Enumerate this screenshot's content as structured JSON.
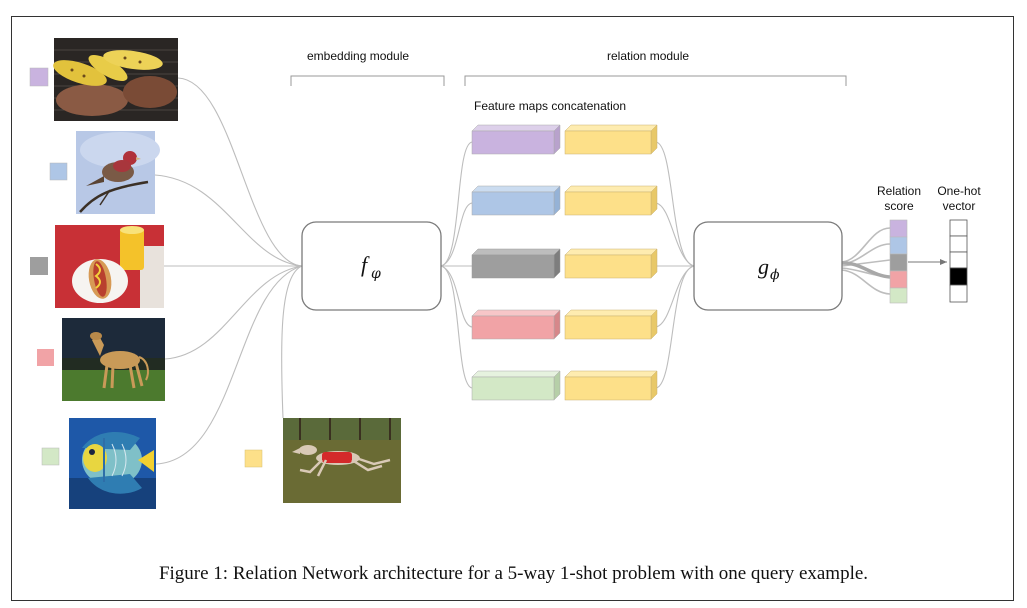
{
  "labels": {
    "embedding_module": "embedding module",
    "relation_module": "relation module",
    "feature_maps_concatenation": "Feature maps concatenation",
    "relation_score_line1": "Relation",
    "relation_score_line2": "score",
    "one_hot_line1": "One-hot",
    "one_hot_line2": "vector"
  },
  "modules": {
    "f_symbol": "f",
    "f_subscript": "φ",
    "g_symbol": "g",
    "g_subscript": "ϕ"
  },
  "caption": "Figure 1: Relation Network architecture for a 5-way 1-shot problem with one query example.",
  "colors": {
    "class_1": "#c9b3df",
    "class_2": "#aec6e6",
    "class_3": "#9e9e9e",
    "class_4": "#f1a3a6",
    "class_5": "#d3e8c6",
    "query": "#fde089",
    "one_hot_active": "#000000"
  },
  "images": [
    {
      "name": "grilled-corn-and-meat-photo"
    },
    {
      "name": "bird-on-branch-photo"
    },
    {
      "name": "hot-dog-with-drink-photo"
    },
    {
      "name": "saluki-dog-standing-photo"
    },
    {
      "name": "angelfish-photo"
    },
    {
      "name": "saluki-dog-running-query-photo"
    }
  ],
  "one_hot": {
    "active_index": 3,
    "size": 5
  }
}
